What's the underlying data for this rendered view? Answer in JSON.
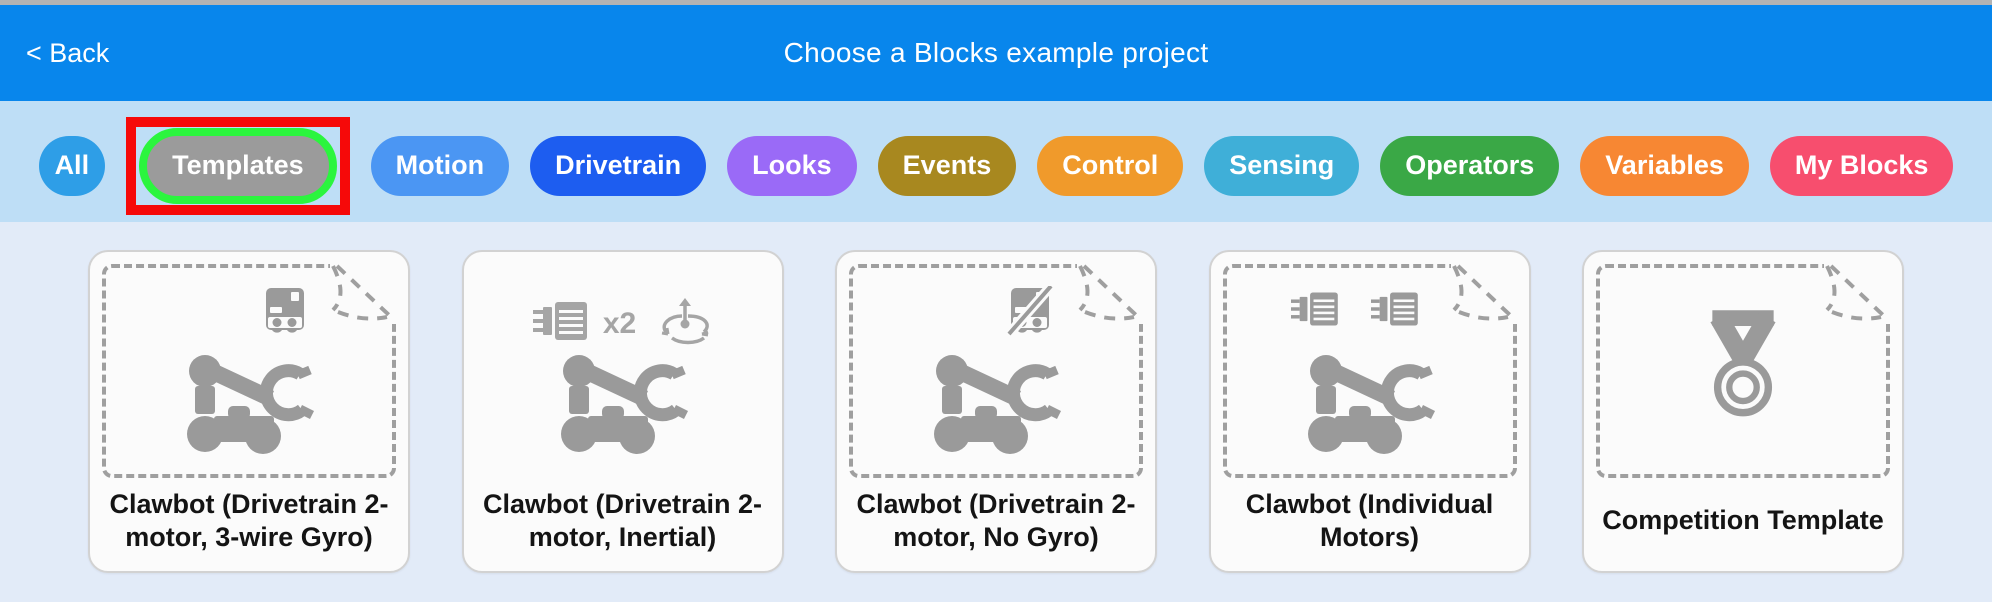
{
  "header": {
    "back_label": "< Back",
    "title": "Choose a Blocks example project",
    "background": "#0886ec"
  },
  "filterbar": {
    "background": "#bedef6",
    "selected_filter": "Templates",
    "annotation": {
      "outer_box_color": "#f60909",
      "selected_ring_color": "#2bf53e"
    }
  },
  "filters": [
    {
      "label": "All",
      "color": "#2e9ee7"
    },
    {
      "label": "Templates",
      "color": "#9b9b9b",
      "selected": true
    },
    {
      "label": "Motion",
      "color": "#4b96f3"
    },
    {
      "label": "Drivetrain",
      "color": "#1d5df0"
    },
    {
      "label": "Looks",
      "color": "#9a6af7"
    },
    {
      "label": "Events",
      "color": "#a8881f"
    },
    {
      "label": "Control",
      "color": "#f09a2b"
    },
    {
      "label": "Sensing",
      "color": "#3fafd8"
    },
    {
      "label": "Operators",
      "color": "#3aa846"
    },
    {
      "label": "Variables",
      "color": "#f78733"
    },
    {
      "label": "My Blocks",
      "color": "#f74e6e"
    }
  ],
  "cards": [
    {
      "title": "Clawbot (Drivetrain 2-motor, 3-wire Gyro)",
      "framed": true,
      "icons": [
        "gyro-sensor-icon"
      ]
    },
    {
      "title": "Clawbot (Drivetrain 2-motor, Inertial)",
      "framed": false,
      "icons": [
        "motor-icon",
        "inertial-sensor-icon"
      ],
      "badge": "x2"
    },
    {
      "title": "Clawbot (Drivetrain 2-motor, No Gyro)",
      "framed": true,
      "icons": [
        "no-gyro-icon"
      ]
    },
    {
      "title": "Clawbot (Individual Motors)",
      "framed": true,
      "icons": [
        "motor-icon",
        "motor-icon"
      ]
    },
    {
      "title": "Competition Template",
      "framed": true,
      "icons": [
        "medal-icon"
      ]
    }
  ],
  "colors": {
    "top_strip": "#b3b3b3",
    "page_background": "#e2ebf8",
    "card_background": "#fbfbfb",
    "card_border": "#d2d2d2",
    "dashed_frame": "#9f9f9f",
    "illustration_gray": "#9a9a9a"
  }
}
